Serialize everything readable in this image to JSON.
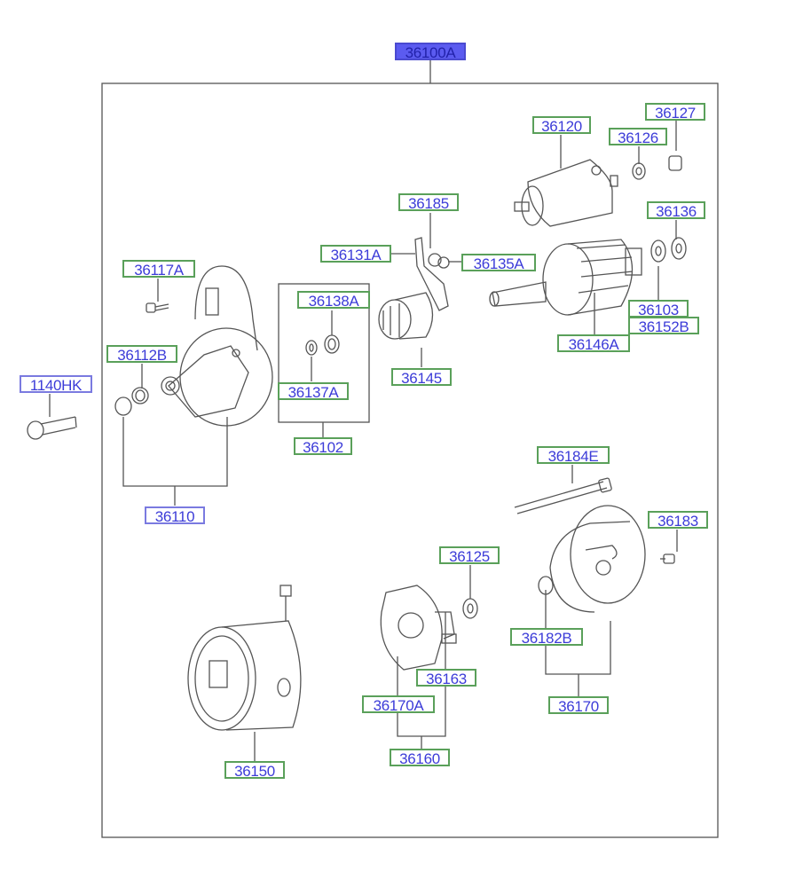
{
  "diagram": {
    "assembly_label": "36100A",
    "part_labels": {
      "p36120": "36120",
      "p36127": "36127",
      "p36126": "36126",
      "p36136": "36136",
      "p36185": "36185",
      "p36131A": "36131A",
      "p36135A": "36135A",
      "p36117A": "36117A",
      "p36138A": "36138A",
      "p36103": "36103",
      "p36152B": "36152B",
      "p36146A": "36146A",
      "p36112B": "36112B",
      "p1140HK": "1140HK",
      "p36137A": "36137A",
      "p36145": "36145",
      "p36102": "36102",
      "p36110": "36110",
      "p36184E": "36184E",
      "p36183": "36183",
      "p36125": "36125",
      "p36182B": "36182B",
      "p36163": "36163",
      "p36170A": "36170A",
      "p36170": "36170",
      "p36160": "36160",
      "p36150": "36150"
    },
    "colors": {
      "label_text": "#3c3cd8",
      "green_border": "#5aa05a",
      "blue_border": "#7a7ae0",
      "selected_fill": "#5b5bf0",
      "line": "#555555"
    }
  }
}
